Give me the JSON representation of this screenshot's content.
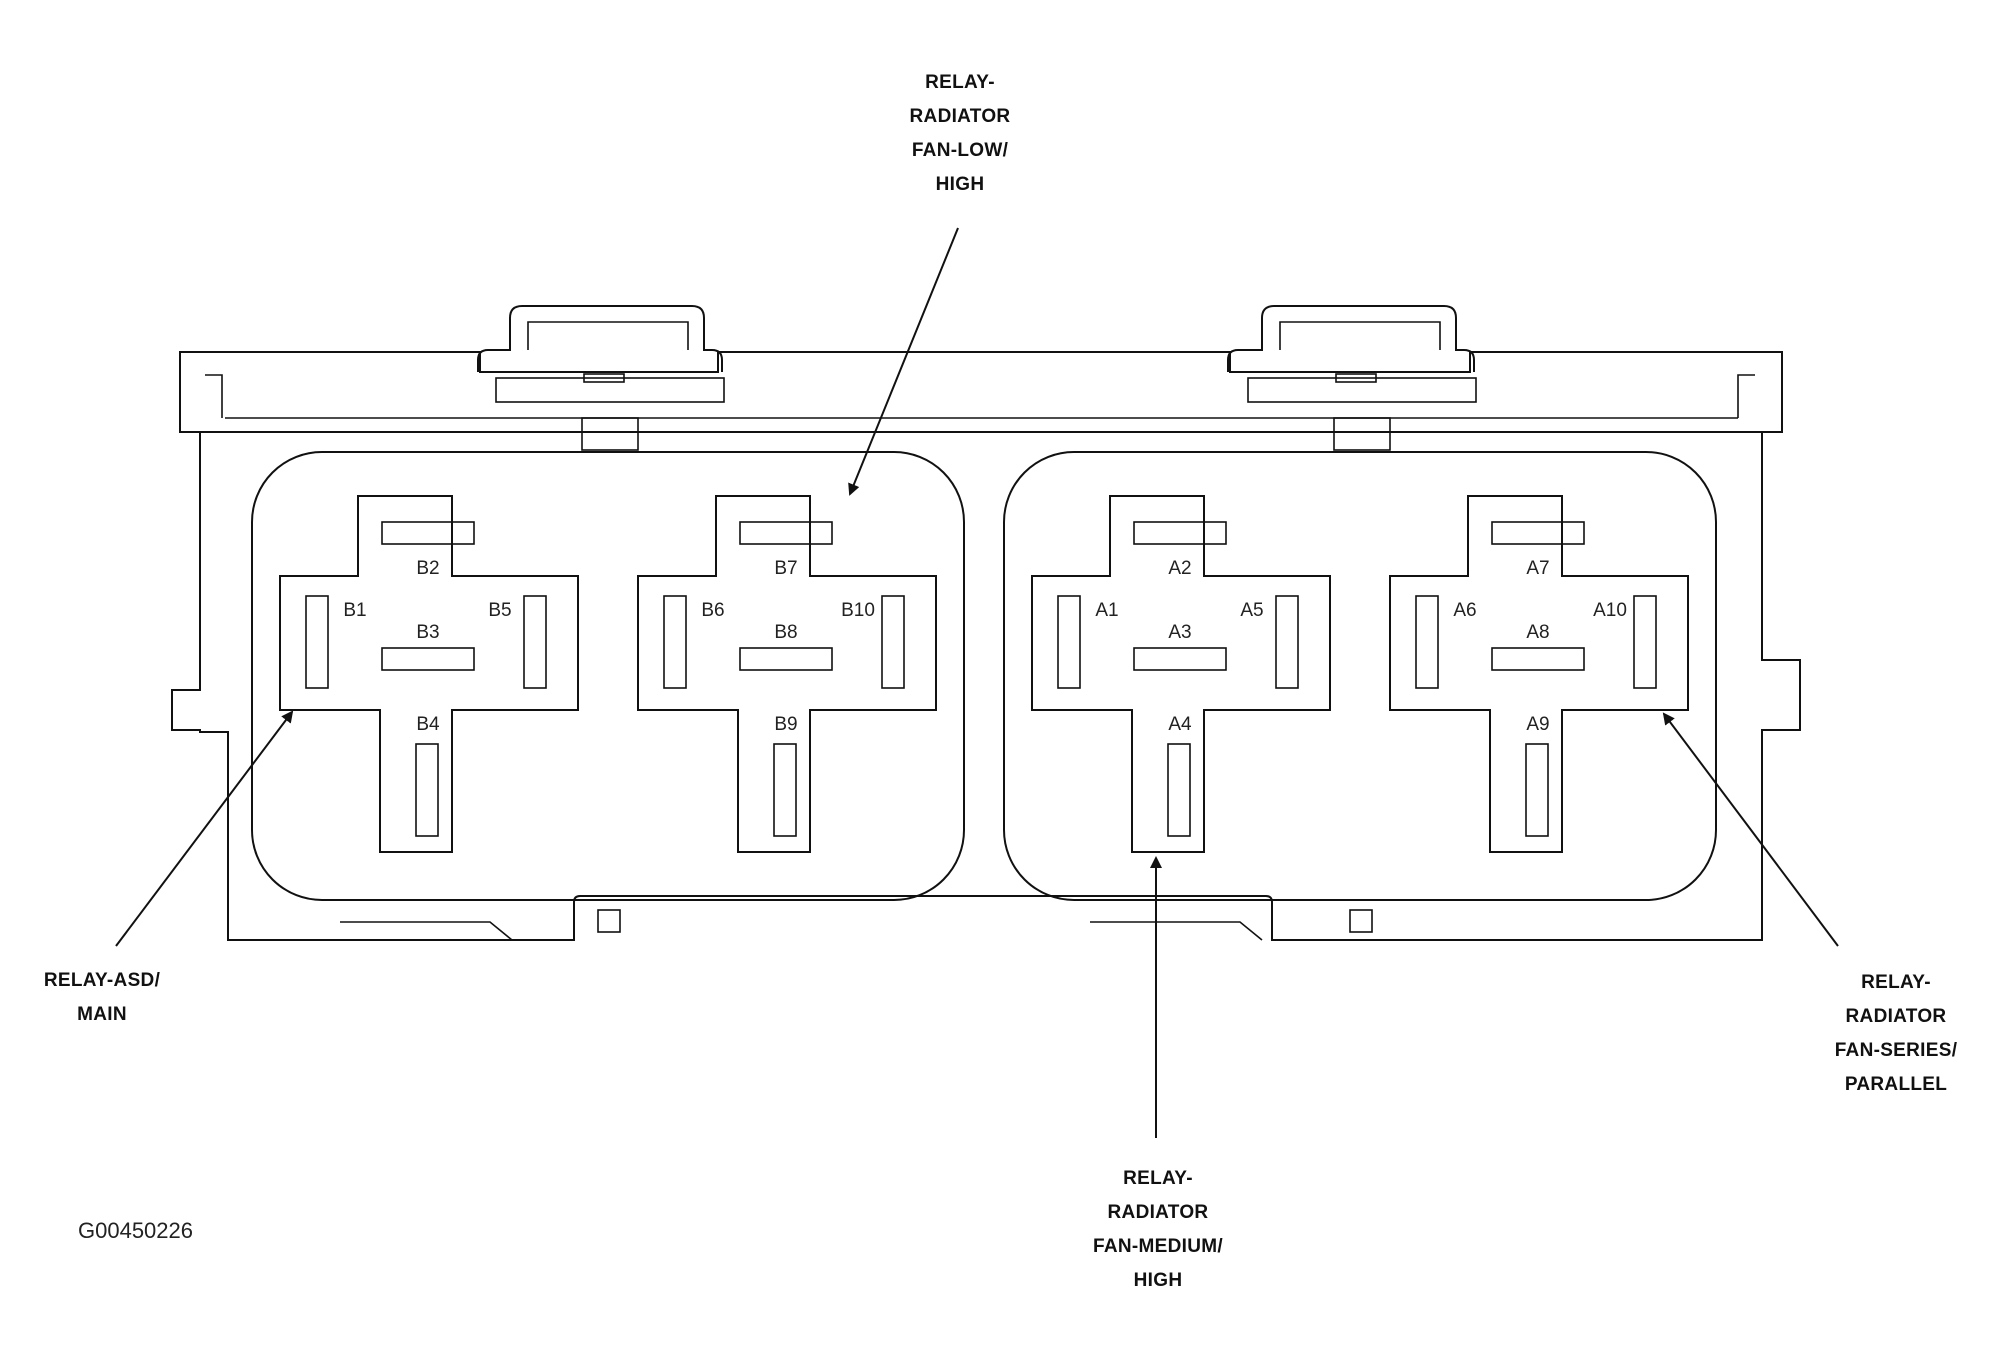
{
  "callouts": {
    "low_high": {
      "lines": [
        "RELAY-",
        "RADIATOR",
        "FAN-LOW/",
        "HIGH"
      ]
    },
    "asd_main": {
      "lines": [
        "RELAY-ASD/",
        "MAIN"
      ]
    },
    "medium_high": {
      "lines": [
        "RELAY-",
        "RADIATOR",
        "FAN-MEDIUM/",
        "HIGH"
      ]
    },
    "series_parallel": {
      "lines": [
        "RELAY-",
        "RADIATOR",
        "FAN-SERIES/",
        "PARALLEL"
      ]
    }
  },
  "relays": [
    {
      "top": "B2",
      "left": "B1",
      "center": "B3",
      "right": "B5",
      "bottom": "B4"
    },
    {
      "top": "B7",
      "left": "B6",
      "center": "B8",
      "right": "B10",
      "bottom": "B9"
    },
    {
      "top": "A2",
      "left": "A1",
      "center": "A3",
      "right": "A5",
      "bottom": "A4"
    },
    {
      "top": "A7",
      "left": "A6",
      "center": "A8",
      "right": "A10",
      "bottom": "A9"
    }
  ],
  "figure_id": "G00450226"
}
